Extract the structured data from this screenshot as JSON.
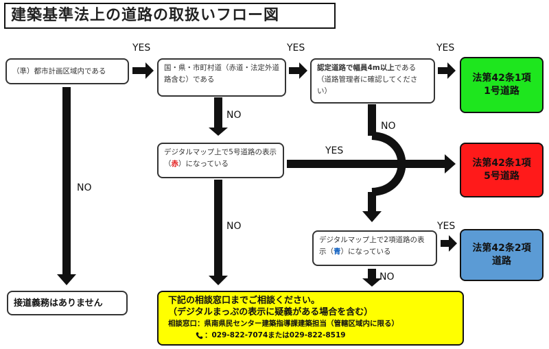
{
  "title": "建築基準法上の道路の取扱いフロー図",
  "labels": {
    "yes": "YES",
    "no": "NO"
  },
  "boxes": {
    "urban": "（準）都市計画区域内である",
    "public_road": "国・県・市町村道（赤道・法定外道路含む）である",
    "certified_bold": "認定道路で幅員4m以上",
    "certified_rest": "である（道路管理者に確認してください）",
    "map5_pre": "デジタルマップ上で5号道路の表示（",
    "map5_color": "赤",
    "map5_post": "）になっている",
    "map2_pre": "デジタルマップ上で2項道路の表示（",
    "map2_color": "青",
    "map2_post": "）になっている",
    "no_obligation": "接道義務はありません"
  },
  "results": {
    "r1_line1": "法第42条1項",
    "r1_line2": "1号道路",
    "r5_line1": "法第42条1項",
    "r5_line2": "5号道路",
    "r2_line1": "法第42条2項",
    "r2_line2": "道路"
  },
  "consult": {
    "line1": "下記の相談窓口までご相談ください。",
    "line2": "（デジタルまっぷの表示に疑義がある場合を含む）",
    "line3": "相談窓口：県南県民センター建築指導課建築担当（管轄区域内に限る）",
    "line4": "：029-822-7074または029-822-8519"
  },
  "colors": {
    "green": "#1ee61e",
    "red": "#ff1a1a",
    "blue": "#5b9bd5",
    "yellow": "#ffff00"
  },
  "icons": {
    "phone": "phone-icon"
  }
}
